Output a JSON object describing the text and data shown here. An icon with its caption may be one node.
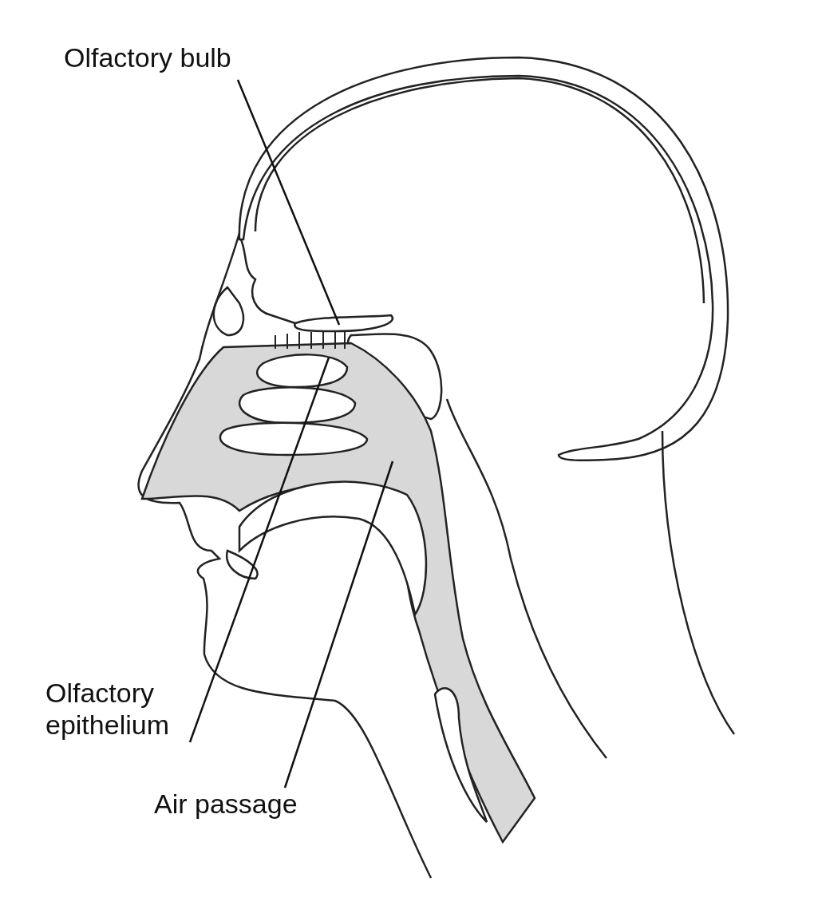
{
  "diagram": {
    "nodes": [
      {
        "text": [
          "Olfactory bulb"
        ]
      },
      {
        "text": [
          "Olfactory epithelium"
        ]
      },
      {
        "text": [
          "Air passage"
        ]
      }
    ],
    "edges": [
      {
        "from": 0,
        "to": null,
        "arrow": "none"
      },
      {
        "from": 1,
        "to": null,
        "arrow": "none"
      },
      {
        "from": 2,
        "to": null,
        "arrow": "none"
      }
    ]
  }
}
